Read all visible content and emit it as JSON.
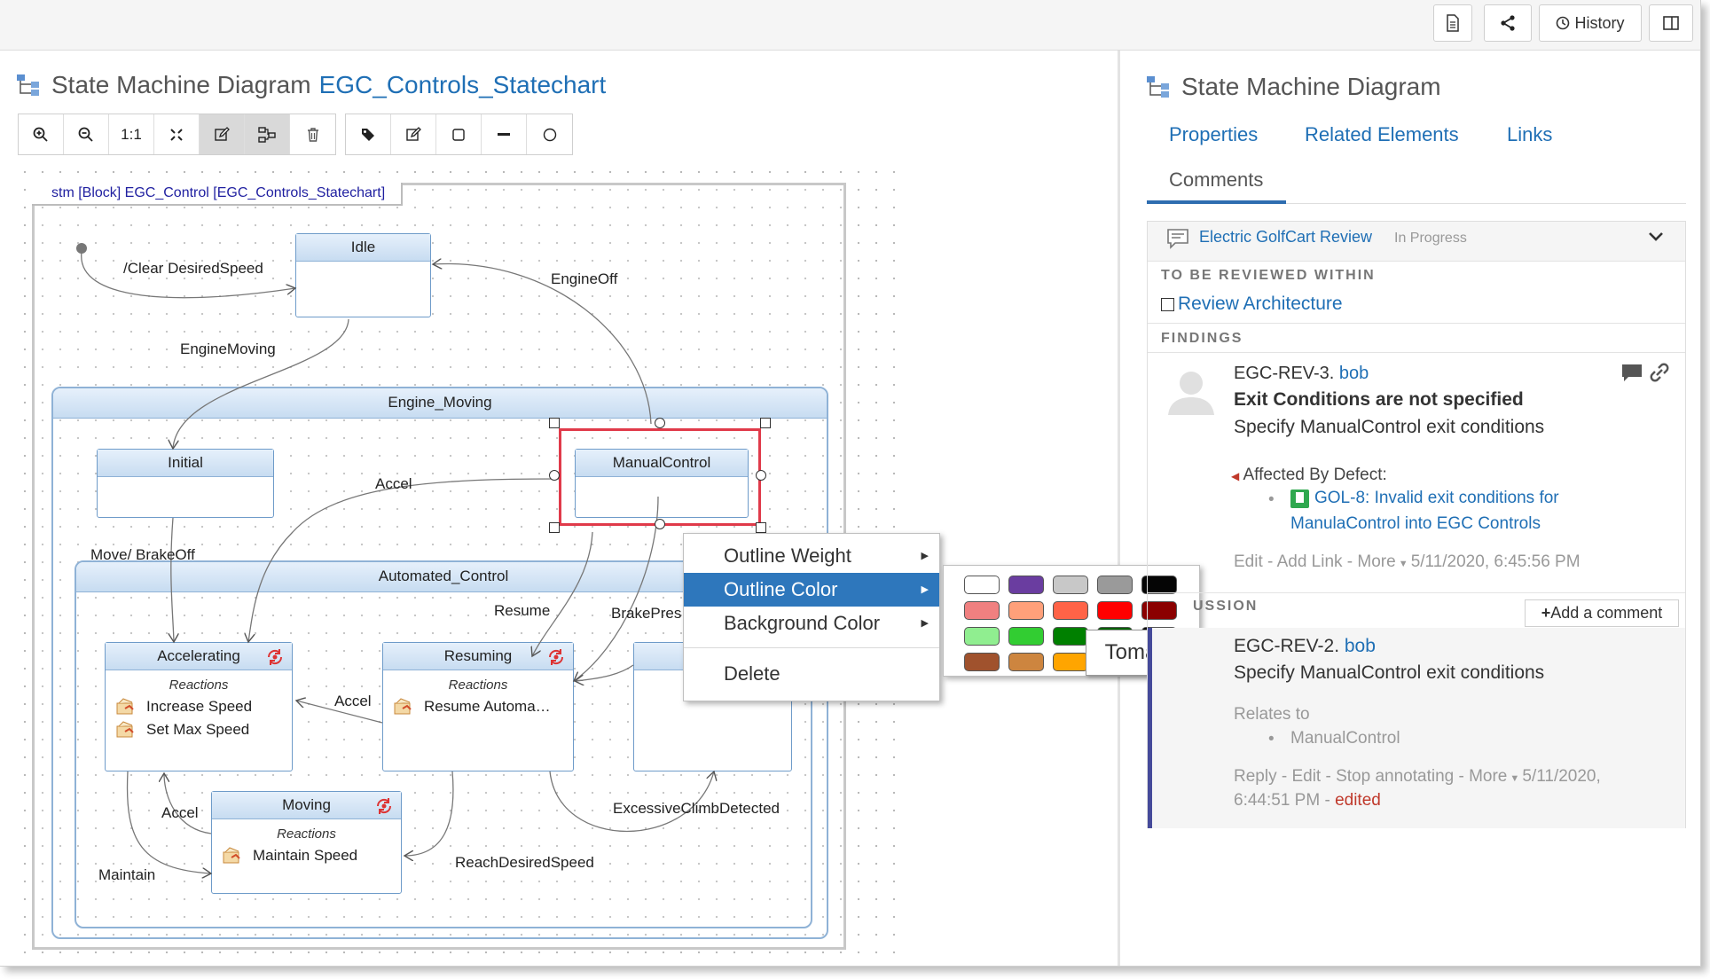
{
  "topbar": {
    "history_label": "History"
  },
  "left": {
    "title_prefix": "State Machine Diagram",
    "title_link": "EGC_Controls_Statechart",
    "toolbar": {
      "zoom_1to1": "1:1"
    },
    "frame_label": "stm [Block] EGC_Control [EGC_Controls_Statechart]"
  },
  "diagram": {
    "states": {
      "idle": "Idle",
      "engine_moving": "Engine_Moving",
      "initial": "Initial",
      "manual_control": "ManualControl",
      "automated_control": "Automated_Control",
      "accelerating": "Accelerating",
      "resuming": "Resuming",
      "moving": "Moving"
    },
    "reactions_label": "Reactions",
    "reactions": {
      "accelerating": [
        "Increase Speed",
        "Set Max Speed"
      ],
      "resuming": [
        "Resume Automa…"
      ],
      "moving": [
        "Maintain Speed"
      ]
    },
    "transitions": {
      "clear": "/Clear DesiredSpeed",
      "engine_off": "EngineOff",
      "engine_moving": "EngineMoving",
      "accel_top": "Accel",
      "move_brake": "Move/  BrakeOff",
      "resume": "Resume",
      "brake_press": "BrakePres",
      "accel_mid": "Accel",
      "accel_low": "Accel",
      "excessive": "ExcessiveClimbDetected",
      "maintain": "Maintain",
      "reach": "ReachDesiredSpeed"
    }
  },
  "context_menu": {
    "items": [
      "Outline Weight",
      "Outline Color",
      "Background Color",
      "Delete"
    ],
    "highlighted": "Outline Color"
  },
  "color_palette": {
    "swatches": [
      "#ffffff",
      "#6a3da0",
      "#c8c8c8",
      "#9a9a9a",
      "#050505",
      "#f08080",
      "#ffa07a",
      "#ff6347",
      "#ff0000",
      "#8b0000",
      "#90ee90",
      "#32cd32",
      "#008000",
      "#006400",
      "#000000",
      "#a0522d",
      "#cd853f",
      "#ffa500",
      "#d2691e",
      "#333333"
    ],
    "tooltip": "Tomato"
  },
  "right": {
    "title": "State Machine Diagram",
    "tabs": [
      "Properties",
      "Related Elements",
      "Links",
      "Comments"
    ],
    "active_tab": "Comments",
    "review": {
      "name": "Electric GolfCart Review",
      "status": "In Progress"
    },
    "to_be_reviewed_heading": "TO BE REVIEWED WITHIN",
    "review_item": "Review Architecture",
    "findings_heading": "FINDINGS",
    "finding": {
      "id": "EGC-REV-3.",
      "author": "bob",
      "title": "Exit Conditions are not specified",
      "body": "Specify ManualControl exit conditions",
      "affected_label": "Affected By Defect:",
      "defect_line1": "GOL-8: Invalid exit conditions for",
      "defect_line2": "ManulaControl into EGC Controls",
      "actions": "Edit - Add Link - More",
      "timestamp": "5/11/2020, 6:45:56 PM"
    },
    "discussion_heading": "USSION",
    "add_comment_label": "Add a comment",
    "comment": {
      "id": "EGC-REV-2.",
      "author": "bob",
      "body": "Specify ManualControl exit conditions",
      "relates_label": "Relates to",
      "relates_item": "ManualControl",
      "actions": "Reply - Edit - Stop annotating - More",
      "timestamp_line1": "5/11/2020,",
      "timestamp_line2": "6:44:51 PM - ",
      "edited_label": "edited"
    }
  }
}
